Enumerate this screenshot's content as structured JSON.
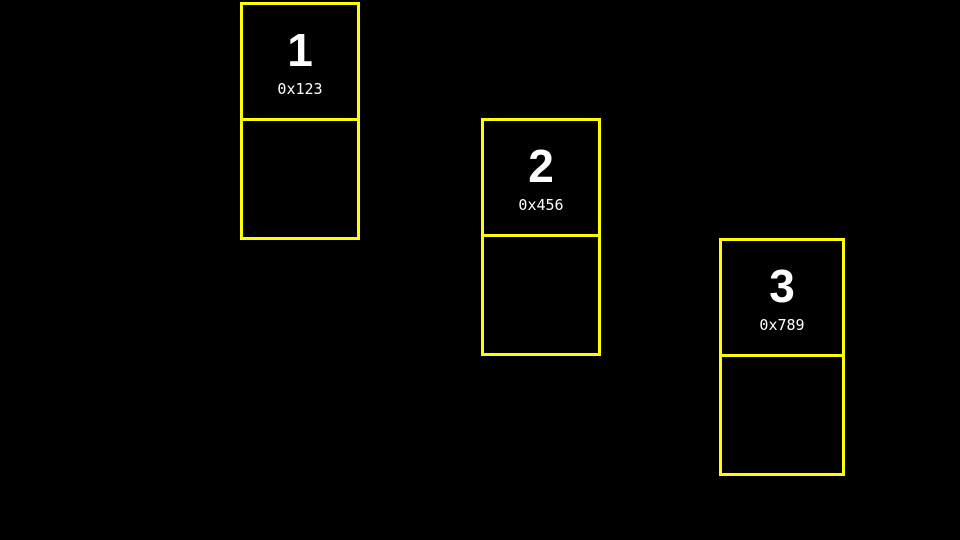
{
  "diagram": {
    "kind": "linked-list-nodes",
    "colors": {
      "background": "#000000",
      "node_border": "#ffff00",
      "text": "#ffffff"
    }
  },
  "nodes": [
    {
      "value": "1",
      "address": "0x123"
    },
    {
      "value": "2",
      "address": "0x456"
    },
    {
      "value": "3",
      "address": "0x789"
    }
  ]
}
